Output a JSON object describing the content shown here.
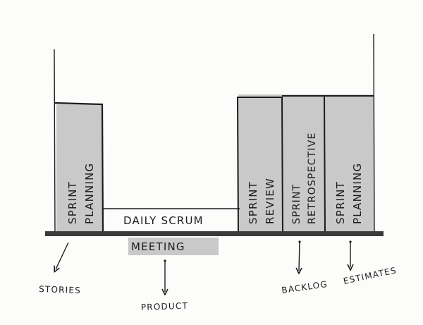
{
  "colors": {
    "ink": "#1c1c1c",
    "marker_gray": "#c9c9c9",
    "paper": "#fcfcfb"
  },
  "blocks": {
    "sprint_planning_1": {
      "line1": "SPRINT",
      "line2": "PLANNING"
    },
    "sprint_review": {
      "line1": "SPRINT",
      "line2": "REVIEW"
    },
    "sprint_retrospective": {
      "line1": "SPRINT",
      "line2": "RETROSPECTIVE"
    },
    "sprint_planning_2": {
      "line1": "SPRINT",
      "line2": "PLANNING"
    }
  },
  "daily_scrum": {
    "line1": "DAILY SCRUM",
    "line2": "MEETING"
  },
  "outputs": {
    "stories": "STORIES",
    "product": "PRODUCT",
    "backlog": "BACKLOG",
    "estimates": "ESTIMATES"
  }
}
